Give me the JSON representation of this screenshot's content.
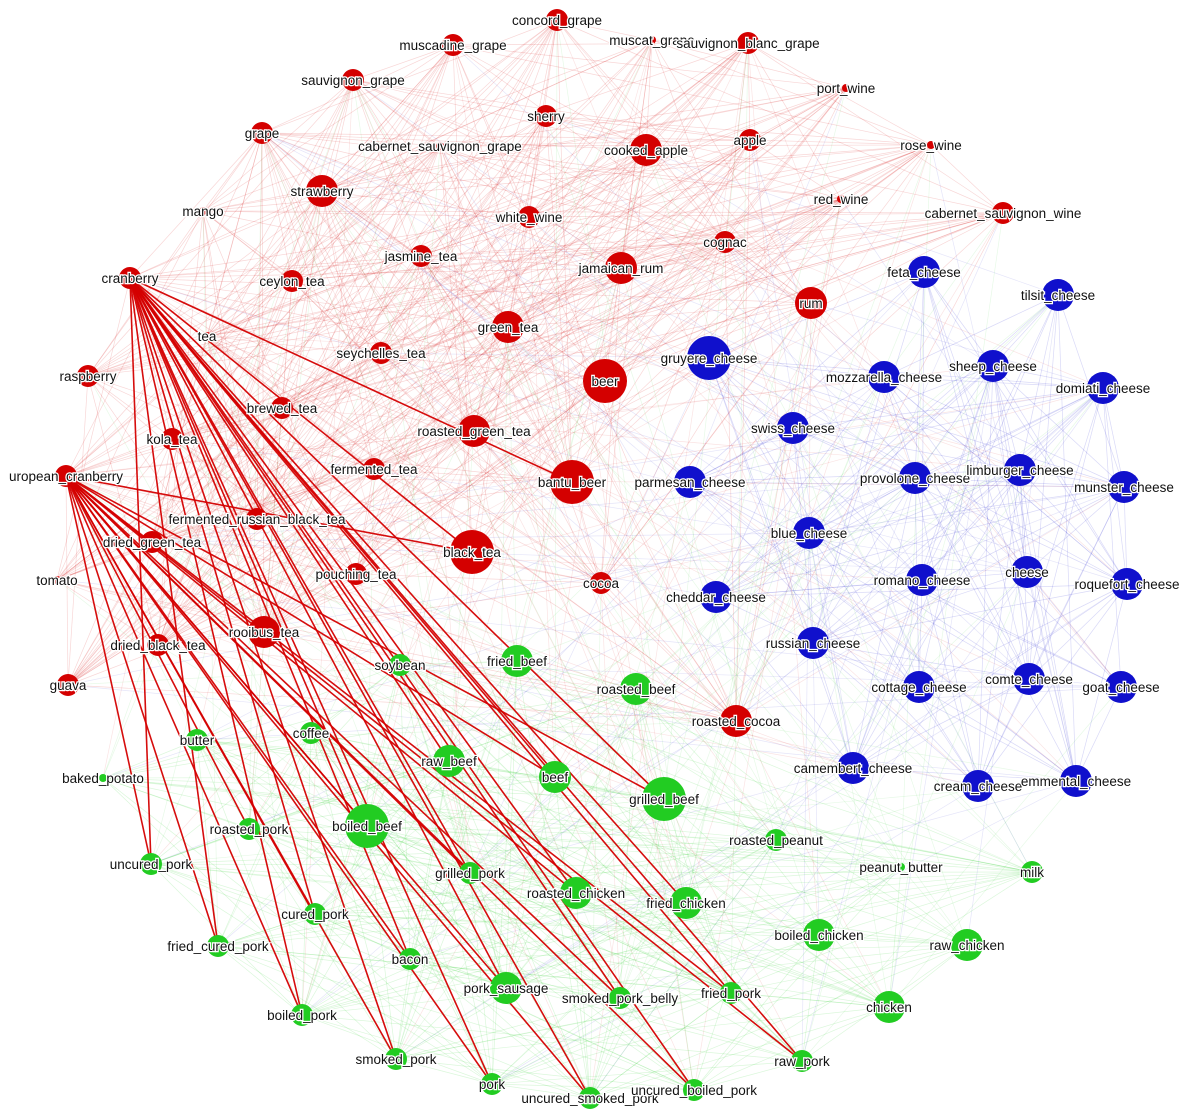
{
  "colors": {
    "fruit_beverage": "#d40000",
    "cheese": "#1010cc",
    "meat_dairy": "#22cc22",
    "background": "#ffffff"
  },
  "groups": [
    "fruit_beverage",
    "cheese",
    "meat_dairy"
  ],
  "nodes": [
    {
      "id": "concord_grape",
      "group": "fruit_beverage",
      "size": "small"
    },
    {
      "id": "muscadine_grape",
      "group": "fruit_beverage",
      "size": "small"
    },
    {
      "id": "muscat_grape",
      "group": "fruit_beverage",
      "size": "tiny"
    },
    {
      "id": "sauvignon_blanc_grape",
      "group": "fruit_beverage",
      "size": "small"
    },
    {
      "id": "sauvignon_grape",
      "group": "fruit_beverage",
      "size": "small"
    },
    {
      "id": "port_wine",
      "group": "fruit_beverage",
      "size": "tiny"
    },
    {
      "id": "sherry",
      "group": "fruit_beverage",
      "size": "small"
    },
    {
      "id": "grape",
      "group": "fruit_beverage",
      "size": "small"
    },
    {
      "id": "cabernet_sauvignon_grape",
      "group": "fruit_beverage",
      "size": "tiny"
    },
    {
      "id": "cooked_apple",
      "group": "fruit_beverage",
      "size": "medium"
    },
    {
      "id": "apple",
      "group": "fruit_beverage",
      "size": "small"
    },
    {
      "id": "rose_wine",
      "group": "fruit_beverage",
      "size": "tiny"
    },
    {
      "id": "strawberry",
      "group": "fruit_beverage",
      "size": "medium"
    },
    {
      "id": "mango",
      "group": "fruit_beverage",
      "size": "tiny"
    },
    {
      "id": "white_wine",
      "group": "fruit_beverage",
      "size": "small"
    },
    {
      "id": "red_wine",
      "group": "fruit_beverage",
      "size": "tiny"
    },
    {
      "id": "cabernet_sauvignon_wine",
      "group": "fruit_beverage",
      "size": "small"
    },
    {
      "id": "cognac",
      "group": "fruit_beverage",
      "size": "small"
    },
    {
      "id": "jasmine_tea",
      "group": "fruit_beverage",
      "size": "small"
    },
    {
      "id": "jamaican_rum",
      "group": "fruit_beverage",
      "size": "medium"
    },
    {
      "id": "cranberry",
      "group": "fruit_beverage",
      "size": "small"
    },
    {
      "id": "ceylon_tea",
      "group": "fruit_beverage",
      "size": "small"
    },
    {
      "id": "rum",
      "group": "fruit_beverage",
      "size": "medium"
    },
    {
      "id": "tea",
      "group": "fruit_beverage",
      "size": "tiny"
    },
    {
      "id": "green_tea",
      "group": "fruit_beverage",
      "size": "medium"
    },
    {
      "id": "seychelles_tea",
      "group": "fruit_beverage",
      "size": "small"
    },
    {
      "id": "raspberry",
      "group": "fruit_beverage",
      "size": "small"
    },
    {
      "id": "beer",
      "group": "fruit_beverage",
      "size": "large"
    },
    {
      "id": "brewed_tea",
      "group": "fruit_beverage",
      "size": "small"
    },
    {
      "id": "kola_tea",
      "group": "fruit_beverage",
      "size": "small"
    },
    {
      "id": "roasted_green_tea",
      "group": "fruit_beverage",
      "size": "medium"
    },
    {
      "id": "fermented_tea",
      "group": "fruit_beverage",
      "size": "small"
    },
    {
      "id": "uropean_cranberry",
      "group": "fruit_beverage",
      "size": "small"
    },
    {
      "id": "bantu_beer",
      "group": "fruit_beverage",
      "size": "large"
    },
    {
      "id": "fermented_russian_black_tea",
      "group": "fruit_beverage",
      "size": "small"
    },
    {
      "id": "dried_green_tea",
      "group": "fruit_beverage",
      "size": "small"
    },
    {
      "id": "black_tea",
      "group": "fruit_beverage",
      "size": "large"
    },
    {
      "id": "tomato",
      "group": "fruit_beverage",
      "size": "tiny"
    },
    {
      "id": "pouching_tea",
      "group": "fruit_beverage",
      "size": "small"
    },
    {
      "id": "cocoa",
      "group": "fruit_beverage",
      "size": "small"
    },
    {
      "id": "rooibus_tea",
      "group": "fruit_beverage",
      "size": "medium"
    },
    {
      "id": "dried_black_tea",
      "group": "fruit_beverage",
      "size": "small"
    },
    {
      "id": "guava",
      "group": "fruit_beverage",
      "size": "small"
    },
    {
      "id": "roasted_cocoa",
      "group": "fruit_beverage",
      "size": "medium"
    },
    {
      "id": "feta_cheese",
      "group": "cheese",
      "size": "medium"
    },
    {
      "id": "tilsit_cheese",
      "group": "cheese",
      "size": "medium"
    },
    {
      "id": "gruyere_cheese",
      "group": "cheese",
      "size": "large"
    },
    {
      "id": "mozzarella_cheese",
      "group": "cheese",
      "size": "medium"
    },
    {
      "id": "sheep_cheese",
      "group": "cheese",
      "size": "medium"
    },
    {
      "id": "domiati_cheese",
      "group": "cheese",
      "size": "medium"
    },
    {
      "id": "swiss_cheese",
      "group": "cheese",
      "size": "medium"
    },
    {
      "id": "parmesan_cheese",
      "group": "cheese",
      "size": "medium"
    },
    {
      "id": "provolone_cheese",
      "group": "cheese",
      "size": "medium"
    },
    {
      "id": "limburger_cheese",
      "group": "cheese",
      "size": "medium"
    },
    {
      "id": "munster_cheese",
      "group": "cheese",
      "size": "medium"
    },
    {
      "id": "blue_cheese",
      "group": "cheese",
      "size": "medium"
    },
    {
      "id": "cheese",
      "group": "cheese",
      "size": "medium"
    },
    {
      "id": "romano_cheese",
      "group": "cheese",
      "size": "medium"
    },
    {
      "id": "roquefort_cheese",
      "group": "cheese",
      "size": "medium"
    },
    {
      "id": "cheddar_cheese",
      "group": "cheese",
      "size": "medium"
    },
    {
      "id": "russian_cheese",
      "group": "cheese",
      "size": "medium"
    },
    {
      "id": "cottage_cheese",
      "group": "cheese",
      "size": "medium"
    },
    {
      "id": "comte_cheese",
      "group": "cheese",
      "size": "medium"
    },
    {
      "id": "goat_cheese",
      "group": "cheese",
      "size": "medium"
    },
    {
      "id": "camembert_cheese",
      "group": "cheese",
      "size": "medium"
    },
    {
      "id": "cream_cheese",
      "group": "cheese",
      "size": "medium"
    },
    {
      "id": "emmental_cheese",
      "group": "cheese",
      "size": "medium"
    },
    {
      "id": "soybean",
      "group": "meat_dairy",
      "size": "small"
    },
    {
      "id": "fried_beef",
      "group": "meat_dairy",
      "size": "medium"
    },
    {
      "id": "roasted_beef",
      "group": "meat_dairy",
      "size": "medium"
    },
    {
      "id": "butter",
      "group": "meat_dairy",
      "size": "small"
    },
    {
      "id": "coffee",
      "group": "meat_dairy",
      "size": "small"
    },
    {
      "id": "raw_beef",
      "group": "meat_dairy",
      "size": "medium"
    },
    {
      "id": "beef",
      "group": "meat_dairy",
      "size": "medium"
    },
    {
      "id": "grilled_beef",
      "group": "meat_dairy",
      "size": "large"
    },
    {
      "id": "baked_potato",
      "group": "meat_dairy",
      "size": "tiny"
    },
    {
      "id": "roasted_pork",
      "group": "meat_dairy",
      "size": "small"
    },
    {
      "id": "boiled_beef",
      "group": "meat_dairy",
      "size": "large"
    },
    {
      "id": "roasted_peanut",
      "group": "meat_dairy",
      "size": "small"
    },
    {
      "id": "uncured_pork",
      "group": "meat_dairy",
      "size": "small"
    },
    {
      "id": "peanut_butter",
      "group": "meat_dairy",
      "size": "tiny"
    },
    {
      "id": "milk",
      "group": "meat_dairy",
      "size": "small"
    },
    {
      "id": "grilled_pork",
      "group": "meat_dairy",
      "size": "small"
    },
    {
      "id": "roasted_chicken",
      "group": "meat_dairy",
      "size": "medium"
    },
    {
      "id": "fried_chicken",
      "group": "meat_dairy",
      "size": "medium"
    },
    {
      "id": "cured_pork",
      "group": "meat_dairy",
      "size": "small"
    },
    {
      "id": "boiled_chicken",
      "group": "meat_dairy",
      "size": "medium"
    },
    {
      "id": "raw_chicken",
      "group": "meat_dairy",
      "size": "medium"
    },
    {
      "id": "fried_cured_pork",
      "group": "meat_dairy",
      "size": "small"
    },
    {
      "id": "bacon",
      "group": "meat_dairy",
      "size": "small"
    },
    {
      "id": "pork_sausage",
      "group": "meat_dairy",
      "size": "medium"
    },
    {
      "id": "smoked_pork_belly",
      "group": "meat_dairy",
      "size": "small"
    },
    {
      "id": "fried_pork",
      "group": "meat_dairy",
      "size": "small"
    },
    {
      "id": "chicken",
      "group": "meat_dairy",
      "size": "medium"
    },
    {
      "id": "boiled_pork",
      "group": "meat_dairy",
      "size": "small"
    },
    {
      "id": "smoked_pork",
      "group": "meat_dairy",
      "size": "small"
    },
    {
      "id": "raw_pork",
      "group": "meat_dairy",
      "size": "small"
    },
    {
      "id": "pork",
      "group": "meat_dairy",
      "size": "small"
    },
    {
      "id": "uncured_smoked_pork",
      "group": "meat_dairy",
      "size": "small"
    },
    {
      "id": "uncured_boiled_pork",
      "group": "meat_dairy",
      "size": "small"
    }
  ],
  "highlighted_edges": [
    [
      "cranberry",
      "black_tea"
    ],
    [
      "cranberry",
      "bantu_beer"
    ],
    [
      "cranberry",
      "beef"
    ],
    [
      "cranberry",
      "grilled_beef"
    ],
    [
      "cranberry",
      "raw_beef"
    ],
    [
      "cranberry",
      "boiled_beef"
    ],
    [
      "cranberry",
      "grilled_pork"
    ],
    [
      "cranberry",
      "roasted_chicken"
    ],
    [
      "cranberry",
      "fried_chicken"
    ],
    [
      "cranberry",
      "fried_pork"
    ],
    [
      "cranberry",
      "pork_sausage"
    ],
    [
      "cranberry",
      "smoked_pork_belly"
    ],
    [
      "cranberry",
      "raw_pork"
    ],
    [
      "cranberry",
      "uncured_boiled_pork"
    ],
    [
      "cranberry",
      "uncured_smoked_pork"
    ],
    [
      "cranberry",
      "pork"
    ],
    [
      "cranberry",
      "smoked_pork"
    ],
    [
      "cranberry",
      "boiled_pork"
    ],
    [
      "cranberry",
      "fried_cured_pork"
    ],
    [
      "cranberry",
      "uncured_pork"
    ],
    [
      "cranberry",
      "bacon"
    ],
    [
      "cranberry",
      "cured_pork"
    ],
    [
      "uropean_cranberry",
      "black_tea"
    ],
    [
      "uropean_cranberry",
      "beef"
    ],
    [
      "uropean_cranberry",
      "grilled_beef"
    ],
    [
      "uropean_cranberry",
      "boiled_beef"
    ],
    [
      "uropean_cranberry",
      "grilled_pork"
    ],
    [
      "uropean_cranberry",
      "roasted_chicken"
    ],
    [
      "uropean_cranberry",
      "fried_pork"
    ],
    [
      "uropean_cranberry",
      "pork_sausage"
    ],
    [
      "uropean_cranberry",
      "smoked_pork_belly"
    ],
    [
      "uropean_cranberry",
      "raw_pork"
    ],
    [
      "uropean_cranberry",
      "uncured_boiled_pork"
    ],
    [
      "uropean_cranberry",
      "uncured_smoked_pork"
    ],
    [
      "uropean_cranberry",
      "pork"
    ],
    [
      "uropean_cranberry",
      "smoked_pork"
    ],
    [
      "uropean_cranberry",
      "boiled_pork"
    ],
    [
      "uropean_cranberry",
      "fried_cured_pork"
    ],
    [
      "uropean_cranberry",
      "uncured_pork"
    ],
    [
      "uropean_cranberry",
      "bacon"
    ],
    [
      "uropean_cranberry",
      "cured_pork"
    ],
    [
      "uropean_cranberry",
      "roasted_pork"
    ]
  ]
}
